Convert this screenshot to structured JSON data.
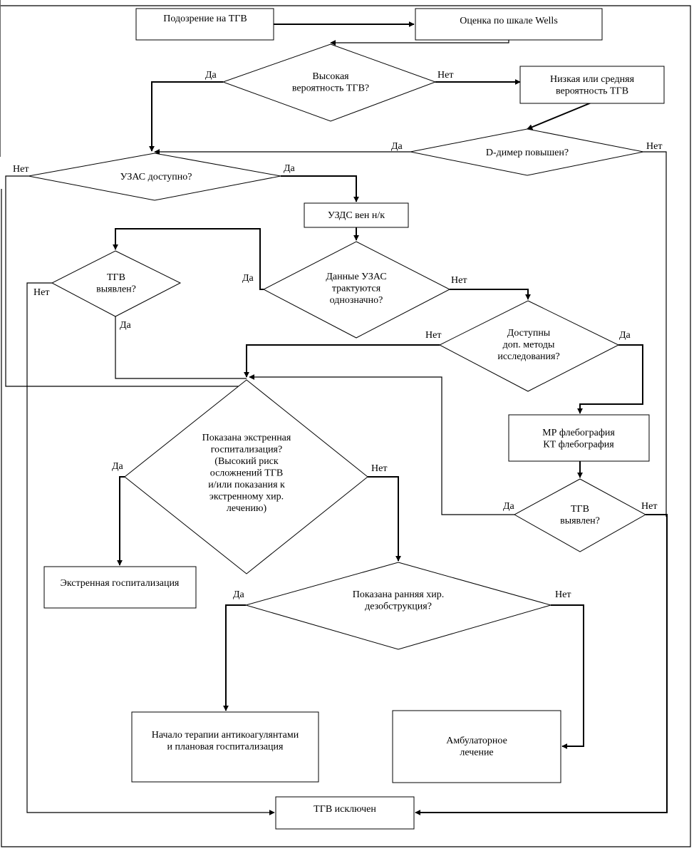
{
  "nodes": {
    "suspicion": {
      "text": [
        "Подозрение на ТГВ"
      ]
    },
    "wells": {
      "text": [
        "Оценка по шкале Wells"
      ]
    },
    "high_prob": {
      "text": [
        "Высокая",
        "вероятность ТГВ?"
      ]
    },
    "low_mid": {
      "text": [
        "Низкая или средняя",
        "вероятность ТГВ"
      ]
    },
    "ddimer": {
      "text": [
        "D-димер повышен?"
      ]
    },
    "uzas_avail": {
      "text": [
        "УЗАС доступно?"
      ]
    },
    "uzds": {
      "text": [
        "УЗДС вен н/к"
      ]
    },
    "tgv_found1": {
      "text": [
        "ТГВ",
        "выявлен?"
      ]
    },
    "uzas_clear": {
      "text": [
        "Данные УЗАС",
        "трактуются",
        "однозначно?"
      ]
    },
    "extra_methods": {
      "text": [
        "Доступны",
        "доп. методы",
        "исследования?"
      ]
    },
    "mr_ct": {
      "text": [
        "МР флебография",
        "КТ флебография"
      ]
    },
    "emergency_q": {
      "text": [
        "Показана экстренная",
        "госпитализация?",
        "(Высокий риск",
        "осложнений ТГВ",
        "и/или показания к",
        "экстренному хир.",
        "лечению)"
      ]
    },
    "tgv_found2": {
      "text": [
        "ТГВ",
        "выявлен?"
      ]
    },
    "emergency_hosp": {
      "text": [
        "Экстренная госпитализация"
      ]
    },
    "early_surg": {
      "text": [
        "Показана ранняя хир.",
        "дезобструкция?"
      ]
    },
    "anticoag": {
      "text": [
        "Начало терапии антикоагулянтами",
        "и плановая госпитализация"
      ]
    },
    "ambulatory": {
      "text": [
        "Амбулаторное",
        "лечение"
      ]
    },
    "tgv_excluded": {
      "text": [
        "ТГВ исключен"
      ]
    }
  },
  "labels": {
    "yes": "Да",
    "no": "Нет"
  }
}
